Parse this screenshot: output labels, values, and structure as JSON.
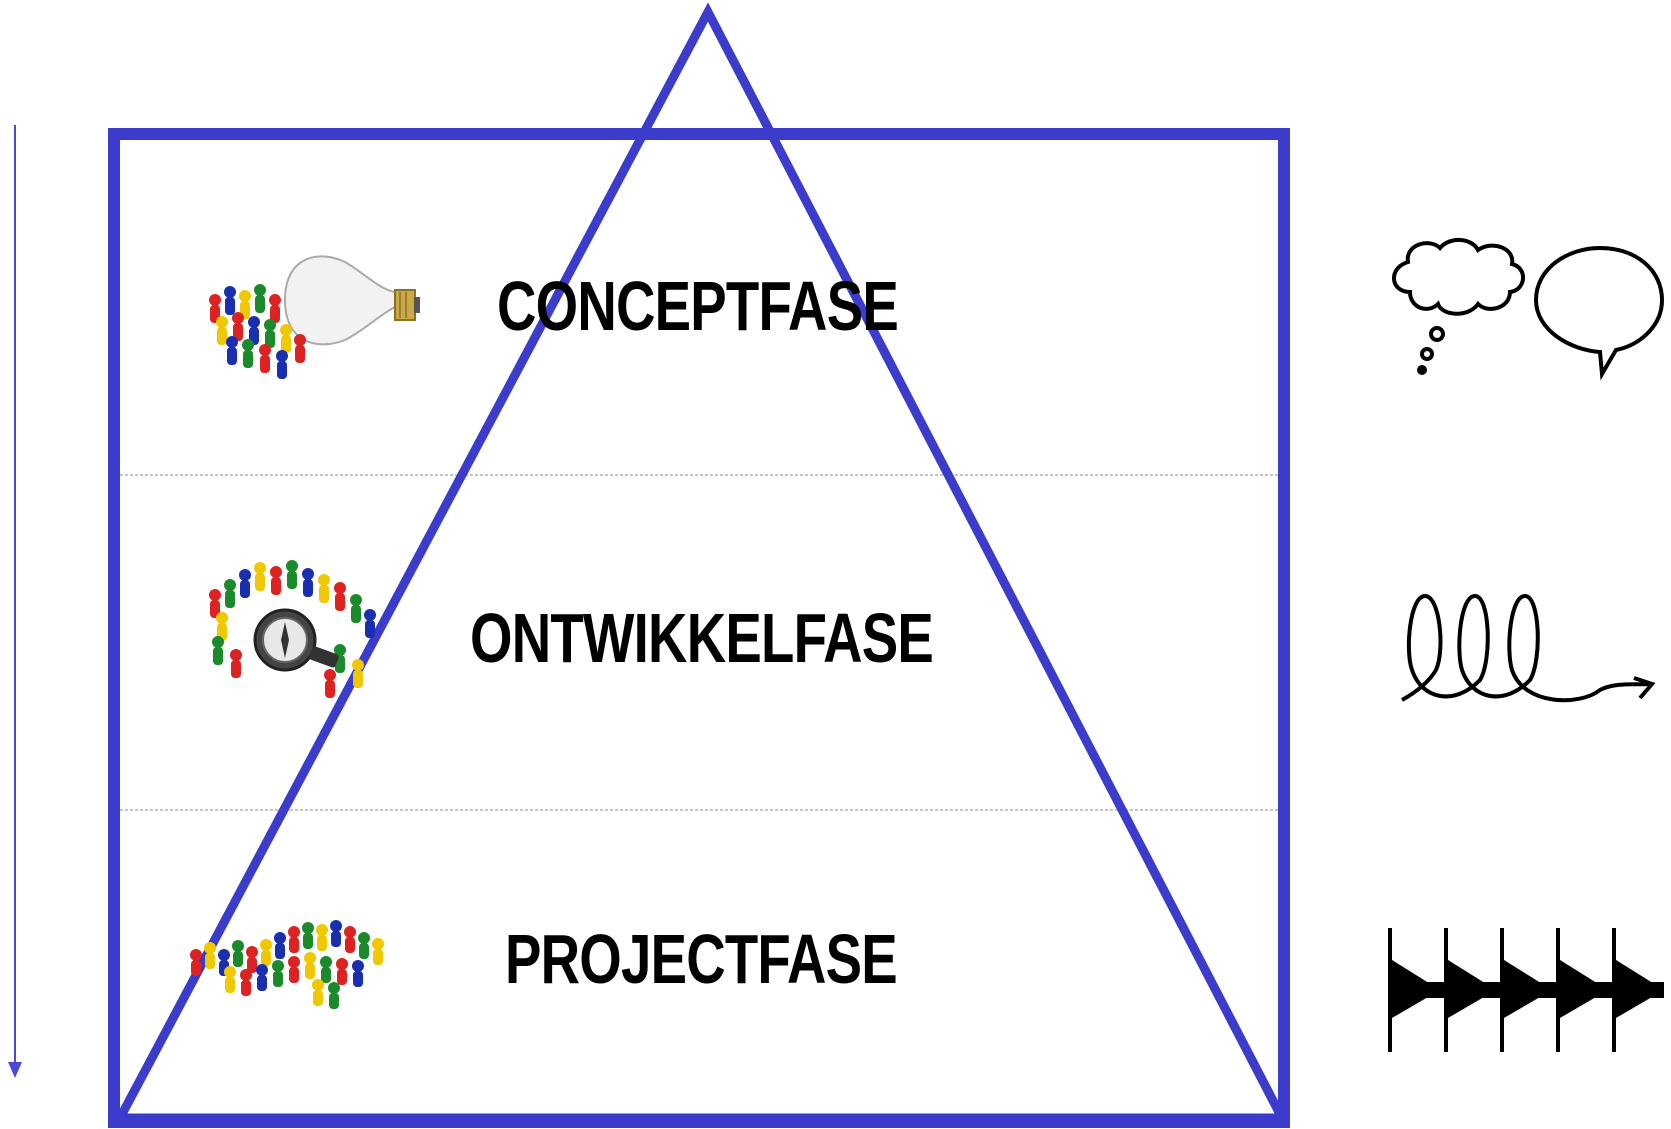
{
  "colors": {
    "frame": "#3b3bcc",
    "text": "#000000",
    "divider": "#b0b0b0",
    "arrow": "#4a4ad8"
  },
  "phases": [
    {
      "label": "CONCEPTFASE",
      "illustration": "pawns-with-lightbulb",
      "symbol": "thought-and-speech-bubble-icons"
    },
    {
      "label": "ONTWIKKELFASE",
      "illustration": "pawns-with-compass",
      "symbol": "spiral-loop-arrow-icon"
    },
    {
      "label": "PROJECTFASE",
      "illustration": "pawns-crowd",
      "symbol": "sequential-arrows-icon"
    }
  ]
}
